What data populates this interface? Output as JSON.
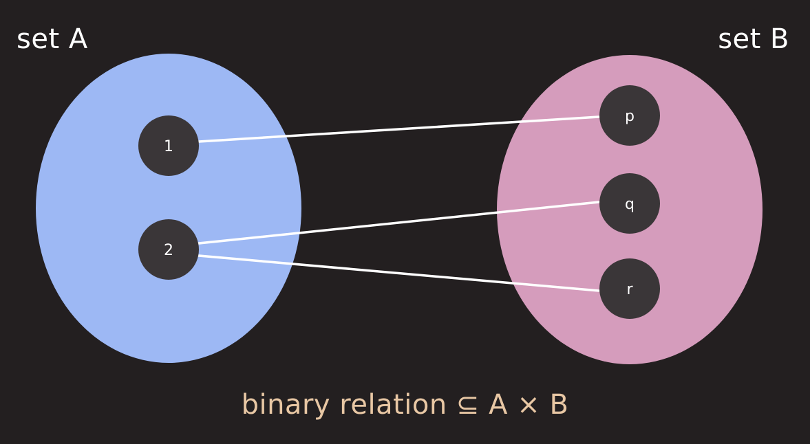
{
  "set_a": {
    "label": "set A",
    "color": "#9db8f4",
    "elements": [
      "1",
      "2"
    ]
  },
  "set_b": {
    "label": "set B",
    "color": "#d59cbc",
    "elements": [
      "p",
      "q",
      "r"
    ]
  },
  "relation": [
    {
      "from": "1",
      "to": "p"
    },
    {
      "from": "2",
      "to": "q"
    },
    {
      "from": "2",
      "to": "r"
    }
  ],
  "caption": "binary relation ⊆ A × B",
  "colors": {
    "background": "#231f20",
    "node": "#3a3638",
    "edge": "#ffffff",
    "caption": "#e8c7a4"
  }
}
